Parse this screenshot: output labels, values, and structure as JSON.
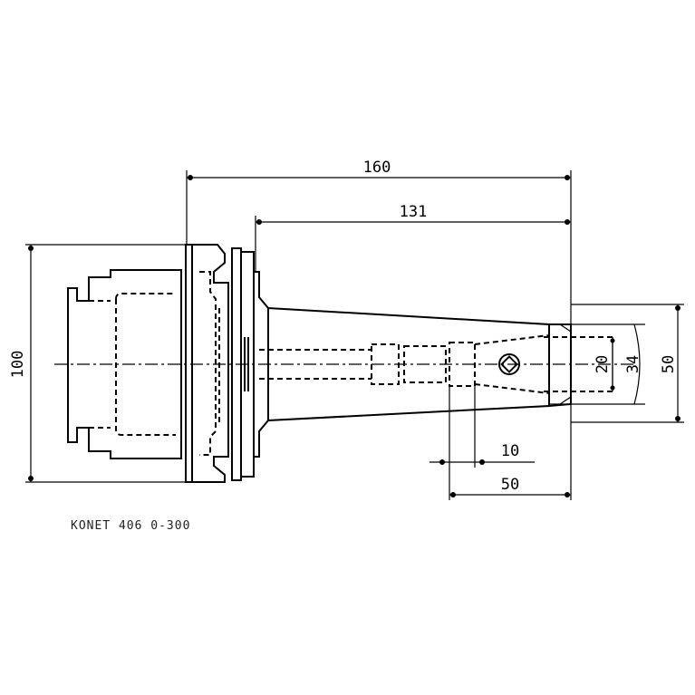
{
  "drawing": {
    "part_code": "KONET 406 0-300",
    "dimensions": {
      "overall_length": "160",
      "shank_length": "131",
      "flange_diameter": "100",
      "nose_diameter": "50",
      "diameter_34": "34",
      "bore_diameter": "20",
      "screw_offset": "10",
      "bore_depth": "50"
    }
  }
}
